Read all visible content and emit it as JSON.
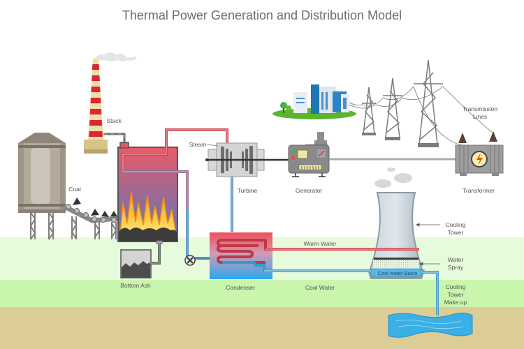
{
  "title": "Thermal Power Generation and Distribution Model",
  "labels": {
    "stack": "Stack",
    "coal": "Coal",
    "steam": "Steam",
    "turbine": "Turbine",
    "generator": "Generator",
    "transmission_lines": "Transmission\nLines",
    "transformer": "Transformer",
    "cooling_tower": "Cooling\nTower",
    "warm_water": "Warm Water",
    "water_spray": "Water\nSpray",
    "cool_water_basin": "Cool water Basin",
    "bottom_ash": "Bottom Ash",
    "condenser": "Condenser",
    "cool_water": "Cool Water",
    "cooling_tower_make_up": "Cooling\nTower\nMake up"
  },
  "colors": {
    "hot_pipe": "#e0454f",
    "cold_pipe": "#5aa6d0",
    "band_light": "#e6fadc",
    "band_mid": "#c9f5ad",
    "ground": "#dccd96",
    "water": "#3ab0e6",
    "text": "#555555"
  }
}
